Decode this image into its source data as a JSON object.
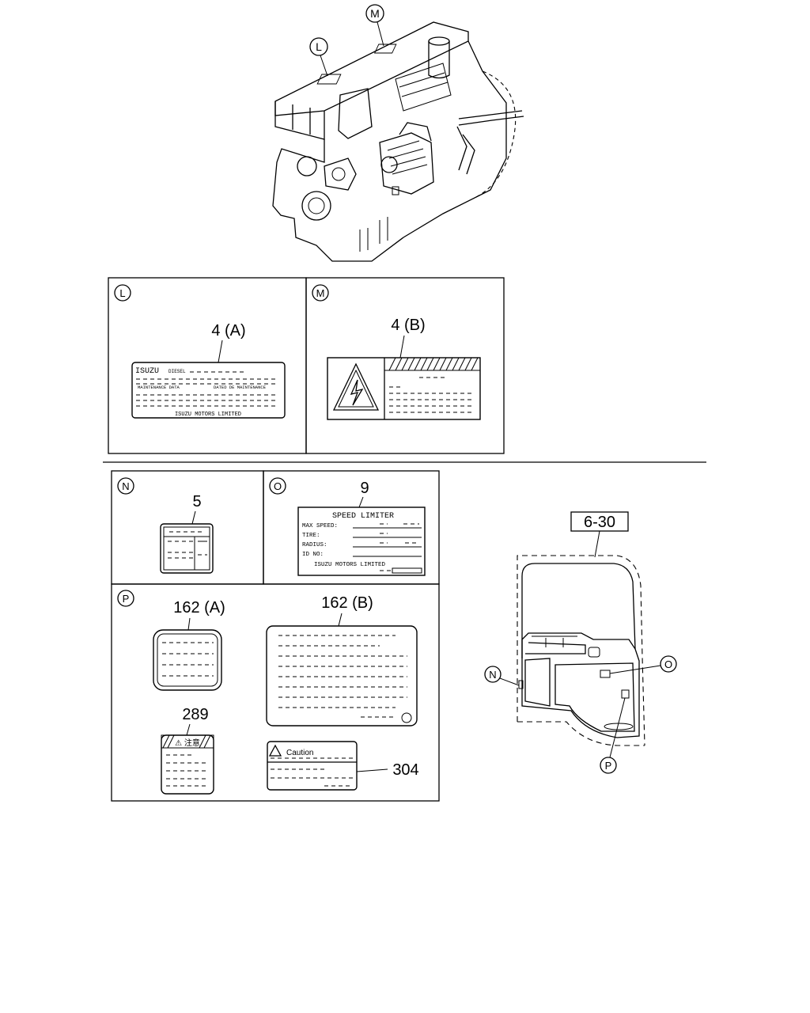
{
  "callouts": {
    "L": "L",
    "M": "M",
    "N": "N",
    "O": "O",
    "P": "P"
  },
  "labels": {
    "part_4a": "4 (A)",
    "part_4b": "4 (B)",
    "part_5": "5",
    "part_9": "9",
    "part_162a": "162 (A)",
    "part_162b": "162 (B)",
    "part_289": "289",
    "part_304": "304",
    "ref_6_30": "6-30"
  },
  "label_4a": {
    "brand": "ISUZU",
    "sub": "DIESEL",
    "col1": "MAINTENANCE DATA",
    "col2": "DATED DE MAINTENANCE",
    "footer": "ISUZU MOTORS LIMITED"
  },
  "label_9": {
    "title": "SPEED LIMITER",
    "rows": [
      "MAX SPEED:",
      "TIRE:",
      "RADIUS:",
      "ID NO:"
    ],
    "footer": "ISUZU MOTORS LIMITED"
  },
  "label_304": {
    "title": "Caution"
  },
  "label_289": {
    "header_marks": "⚠ 注意"
  }
}
